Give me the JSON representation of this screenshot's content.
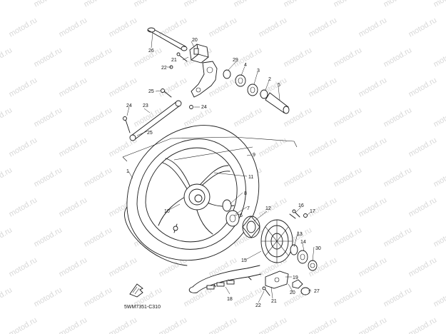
{
  "diagram_code": "5WM7351-C310",
  "watermark_text": "motod.ru",
  "callouts": {
    "c1": "1",
    "c2": "2",
    "c3": "3",
    "c4": "4",
    "c5": "5",
    "c6": "6",
    "c7": "7",
    "c8": "8",
    "c9": "9",
    "c10": "10",
    "c11": "11",
    "c12": "12",
    "c13": "13",
    "c14": "14",
    "c15": "15",
    "c16": "16",
    "c17": "17",
    "c18": "18",
    "c19": "19",
    "c20": "20",
    "c21a": "21",
    "c21b": "21",
    "c22a": "22",
    "c22b": "22",
    "c23": "23",
    "c24a": "24",
    "c24b": "24",
    "c25a": "25",
    "c25b": "25",
    "c26": "26",
    "c27": "27",
    "c29": "29",
    "c30": "30"
  }
}
